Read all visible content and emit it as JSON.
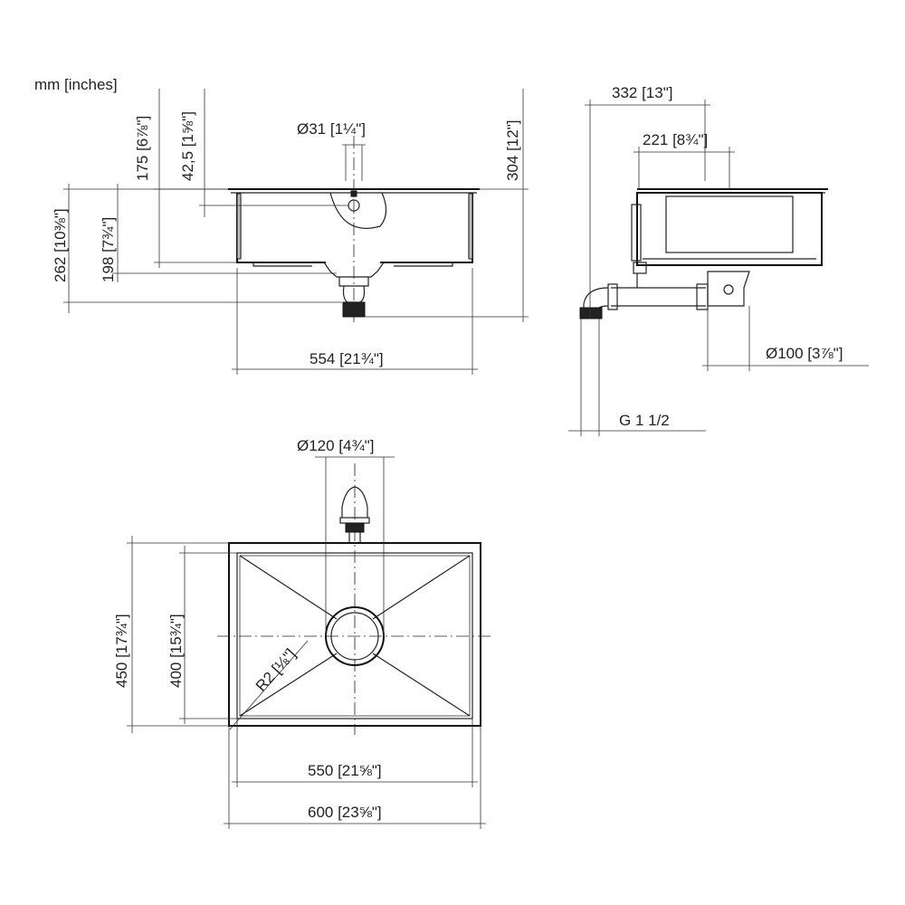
{
  "units_label": "mm [inches]",
  "top_view": {
    "d_overflow": "Ø31 [1¼\"]",
    "h_175": "175 [6⅞\"]",
    "h_42_5": "42,5 [1⅝\"]",
    "h_304": "304 [12\"]",
    "h_262": "262 [10⅜\"]",
    "h_198": "198 [7¾\"]",
    "w_554": "554 [21¾\"]"
  },
  "side_view": {
    "w_332": "332 [13\"]",
    "w_221": "221 [8¾\"]",
    "d_100": "Ø100 [3⅞\"]",
    "thread": "G 1 1/2"
  },
  "plan_view": {
    "d_120": "Ø120 [4¾\"]",
    "h_450": "450 [17¾\"]",
    "h_400": "400 [15¾\"]",
    "radius": "R2 [⅛\"]",
    "w_550": "550 [21⅝\"]",
    "w_600": "600 [23⅝\"]"
  }
}
